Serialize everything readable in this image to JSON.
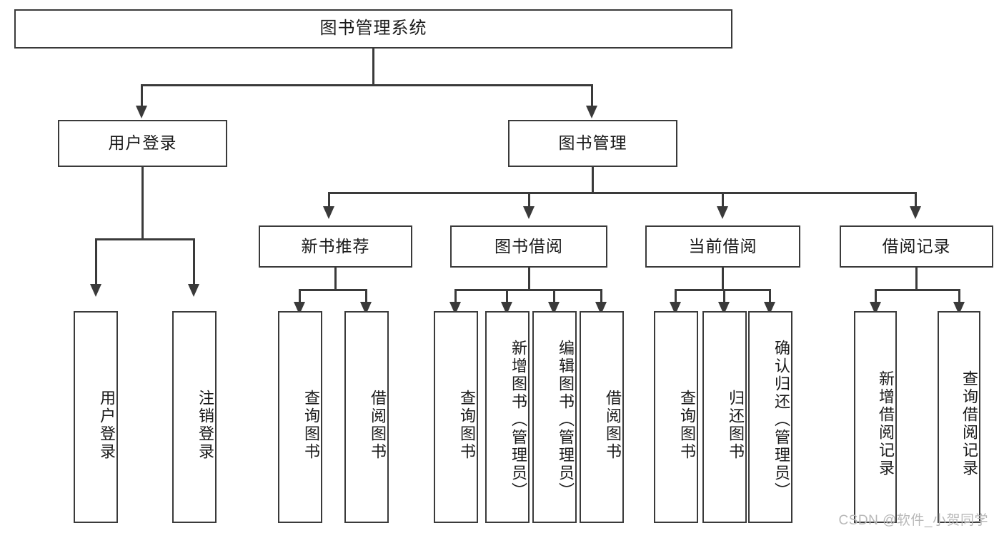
{
  "diagram": {
    "title": "图书管理系统",
    "type": "tree-hierarchy-chart",
    "root": {
      "id": "root",
      "label": "图书管理系统"
    },
    "level2": [
      {
        "id": "user-login",
        "label": "用户登录"
      },
      {
        "id": "book-management",
        "label": "图书管理"
      }
    ],
    "level3": [
      {
        "id": "new-book-recommend",
        "label": "新书推荐"
      },
      {
        "id": "book-borrow",
        "label": "图书借阅"
      },
      {
        "id": "current-borrow",
        "label": "当前借阅"
      },
      {
        "id": "borrow-record",
        "label": "借阅记录"
      }
    ],
    "leaves": {
      "user_login": [
        {
          "id": "leaf-user-login",
          "label": "用户登录"
        },
        {
          "id": "leaf-logout-login",
          "label": "注销登录"
        }
      ],
      "new_book_recommend": [
        {
          "id": "leaf-query-book-1",
          "label": "查询图书"
        },
        {
          "id": "leaf-borrow-book-1",
          "label": "借阅图书"
        }
      ],
      "book_borrow": [
        {
          "id": "leaf-query-book-2",
          "label": "查询图书"
        },
        {
          "id": "leaf-add-book",
          "label": "新增图书（管理员）"
        },
        {
          "id": "leaf-edit-book",
          "label": "编辑图书（管理员）"
        },
        {
          "id": "leaf-borrow-book-2",
          "label": "借阅图书"
        }
      ],
      "current_borrow": [
        {
          "id": "leaf-query-book-3",
          "label": "查询图书"
        },
        {
          "id": "leaf-return-book",
          "label": "归还图书"
        },
        {
          "id": "leaf-confirm-return",
          "label": "确认归还（管理员）"
        }
      ],
      "borrow_record": [
        {
          "id": "leaf-add-record",
          "label": "新增借阅记录"
        },
        {
          "id": "leaf-query-record",
          "label": "查询借阅记录"
        }
      ]
    }
  },
  "watermark": {
    "text": "CSDN @软件_小贺同学"
  },
  "colors": {
    "border": "#3a3a3a",
    "background": "#ffffff",
    "text": "#1a1a1a",
    "watermark": "#b8b8b8"
  }
}
